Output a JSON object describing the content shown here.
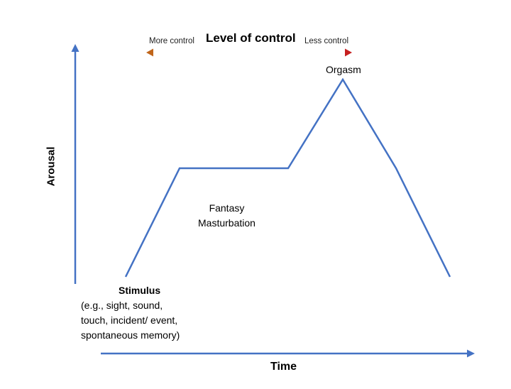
{
  "control_axis": {
    "title": "Level of control",
    "left_label": "More control",
    "right_label": "Less control",
    "gradient_start_color": "#c0651a",
    "gradient_end_color": "#c62020"
  },
  "axes": {
    "y_label": "Arousal",
    "x_label": "Time",
    "axis_color": "#4472c4"
  },
  "curve": {
    "color": "#4472c4"
  },
  "annotations": {
    "peak": "Orgasm",
    "plateau_lines": [
      "Fantasy",
      "Masturbation"
    ],
    "start_title": "Stimulus",
    "start_detail_lines": [
      "(e.g., sight, sound,",
      "touch, incident/ event,",
      "spontaneous memory)"
    ]
  }
}
